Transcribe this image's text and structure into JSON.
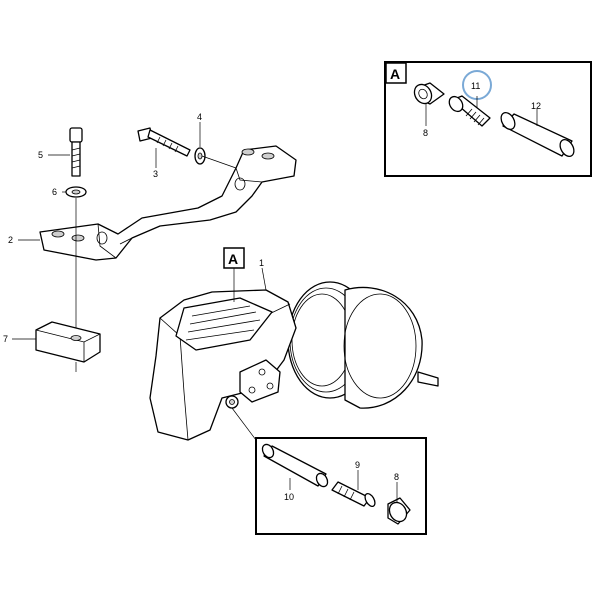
{
  "callouts": {
    "p1": "1",
    "p2": "2",
    "p3": "3",
    "p4": "4",
    "p5": "5",
    "p6": "6",
    "p7": "7",
    "p8_detail": "8",
    "p9": "9",
    "p10": "10",
    "p11": "11",
    "p12": "12",
    "p8_inset": "8"
  },
  "detail_markers": {
    "inset_box": "A",
    "caliper_marker": "A"
  },
  "highlight_color": "#7aa9d6",
  "line_color": "#000000"
}
